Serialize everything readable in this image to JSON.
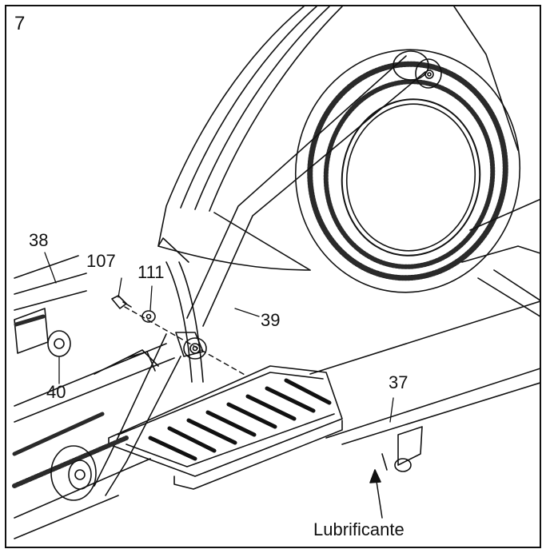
{
  "step_number": "7",
  "parts": {
    "p38": "38",
    "p107": "107",
    "p111": "111",
    "p39": "39",
    "p40": "40",
    "p37": "37"
  },
  "lubricant_label": "Lubrificante",
  "colors": {
    "line": "#111111",
    "shade": "#2a2a2a",
    "paper": "#ffffff"
  }
}
